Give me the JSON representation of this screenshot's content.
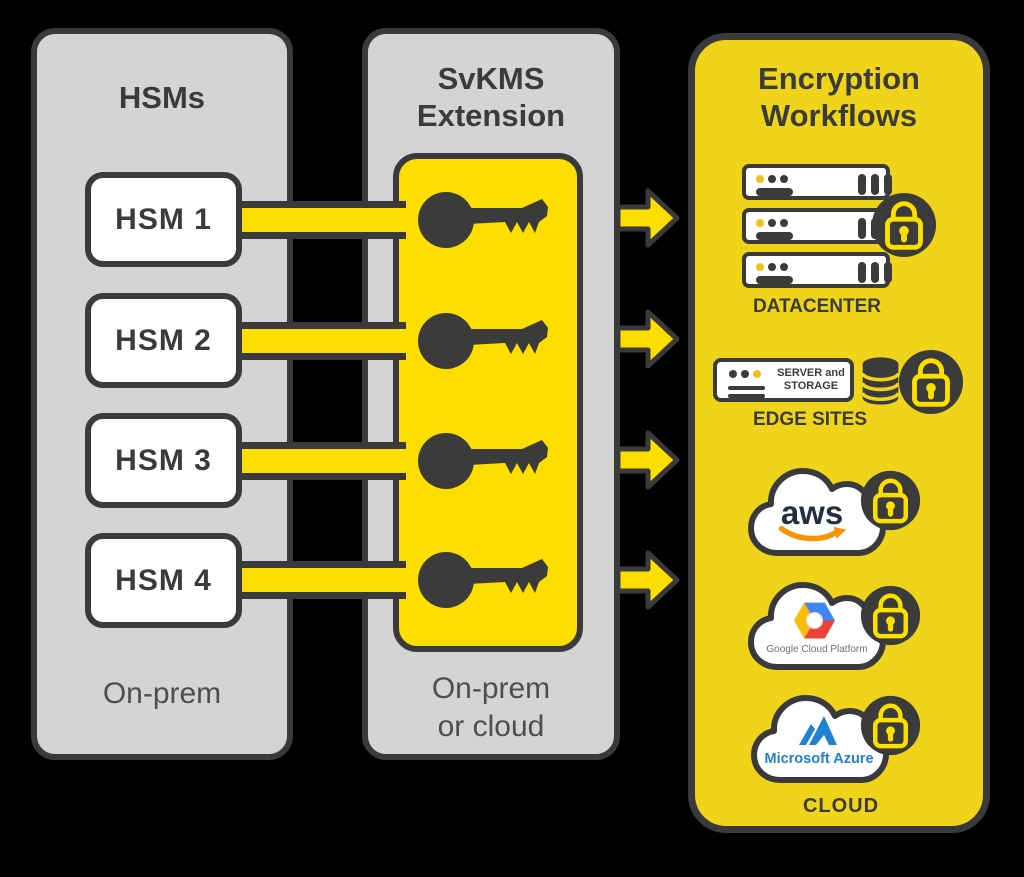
{
  "columns": {
    "hsms": {
      "title": "HSMs",
      "boxes": [
        {
          "label": "HSM 1"
        },
        {
          "label": "HSM 2"
        },
        {
          "label": "HSM 3"
        },
        {
          "label": "HSM 4"
        }
      ],
      "caption": "On-prem"
    },
    "svkms": {
      "title_lines": [
        "SvKMS",
        "Extension"
      ],
      "caption_lines": [
        "On-prem",
        "or cloud"
      ],
      "key_count": 4
    },
    "workflows": {
      "title_lines": [
        "Encryption",
        "Workflows"
      ],
      "datacenter": {
        "label": "DATACENTER",
        "server_count": 3
      },
      "edge_sites": {
        "label": "EDGE SITES",
        "box_lines": [
          "SERVER and",
          "STORAGE"
        ]
      },
      "cloud": {
        "label": "CLOUD",
        "providers": [
          {
            "name": "AWS",
            "wordmark": "aws"
          },
          {
            "name": "Google Cloud Platform",
            "wordmark": "Google Cloud Platform"
          },
          {
            "name": "Microsoft Azure",
            "wordmark": "Microsoft Azure"
          }
        ]
      }
    }
  },
  "colors": {
    "background": "#000000",
    "column_gray": "#D4D4D6",
    "outline_dark": "#3A3A3C",
    "bright_yellow": "#FCDF00",
    "workflow_yellow": "#EFD41A",
    "white": "#FFFFFF",
    "gold_dot": "#EFC31B",
    "aws_navy": "#232F3E",
    "aws_orange": "#F79400",
    "azure_blue": "#1E82D2",
    "gcp_blue": "#4285F4",
    "gcp_yellow": "#FBBC05",
    "gcp_red": "#EA4335",
    "caption_gray": "#4E4E51"
  }
}
